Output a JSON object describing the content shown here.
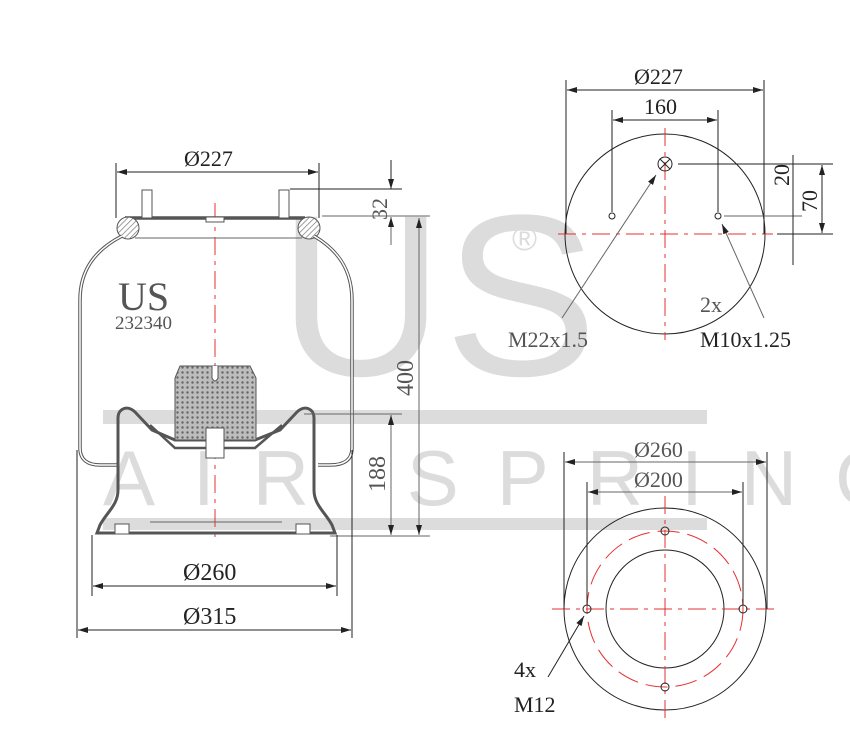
{
  "watermark": {
    "brand_big": "US",
    "brand_sub": "AIR SPRING",
    "registered": "®"
  },
  "side_view": {
    "label_brand": "US",
    "part_number": "232340",
    "dims": {
      "top_diameter": "Ø227",
      "stud_height": "32",
      "overall_height": "400",
      "piston_height": "188",
      "piston_diameter": "Ø260",
      "max_diameter": "Ø315"
    }
  },
  "top_view": {
    "dims": {
      "diameter": "Ø227",
      "stud_spacing": "160",
      "offset_small": "20",
      "offset_large": "70"
    },
    "callouts": {
      "air_fitting": "M22x1.5",
      "stud_count": "2x",
      "stud_thread": "M10x1.25"
    }
  },
  "bottom_view": {
    "dims": {
      "outer_diameter": "Ø260",
      "bolt_circle": "Ø200"
    },
    "callouts": {
      "bolt_count": "4x",
      "bolt_thread": "M12"
    }
  },
  "colors": {
    "line": "#222222",
    "center_line": "#e53030",
    "watermark": "#dcdcdc"
  }
}
